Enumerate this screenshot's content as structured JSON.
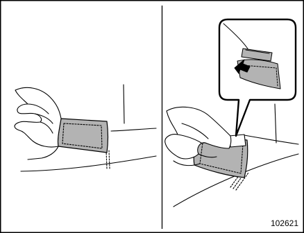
{
  "figure": {
    "number": "102621",
    "colors": {
      "line": "#000000",
      "fill": "#b3b3b3",
      "background": "#ffffff"
    },
    "panels": [
      {
        "name": "left",
        "depicts": "hand-pulling-fabric-pocket"
      },
      {
        "name": "right",
        "depicts": "hand-pressing-fabric-with-zoom-inset"
      }
    ]
  }
}
